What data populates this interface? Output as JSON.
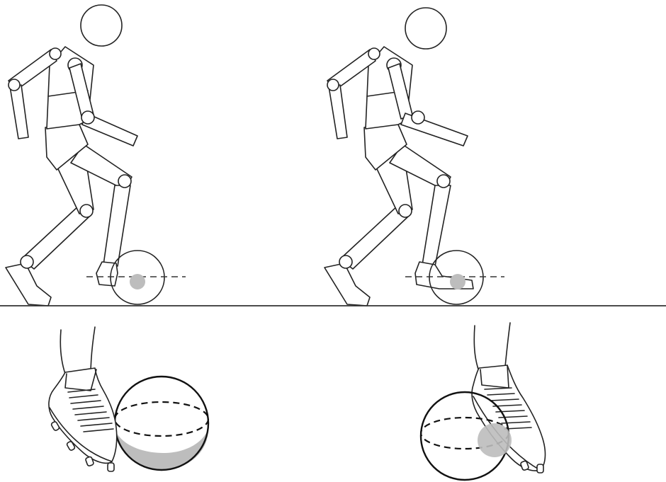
{
  "diagram": {
    "panels": [
      {
        "id": "figure-left",
        "description_hidden": true
      },
      {
        "id": "figure-right",
        "description_hidden": true
      },
      {
        "id": "closeup-left",
        "description_hidden": true
      },
      {
        "id": "closeup-right",
        "description_hidden": true
      }
    ],
    "colors": {
      "line": "#222222",
      "contact_fill": "#bdbdbd",
      "background": "#ffffff"
    }
  }
}
